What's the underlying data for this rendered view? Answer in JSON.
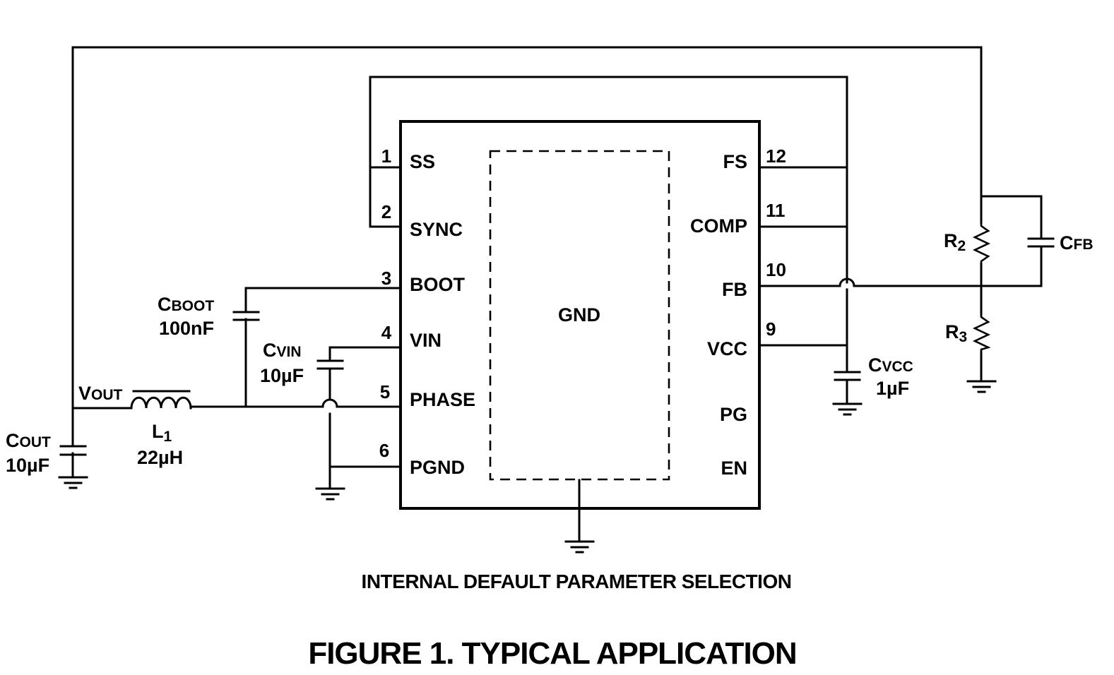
{
  "figure": {
    "title": "FIGURE 1.  TYPICAL APPLICATION",
    "caption": "INTERNAL DEFAULT PARAMETER SELECTION"
  },
  "ic": {
    "center_label": "GND",
    "left_pins": [
      {
        "num": "1",
        "name": "SS"
      },
      {
        "num": "2",
        "name": "SYNC"
      },
      {
        "num": "3",
        "name": "BOOT"
      },
      {
        "num": "4",
        "name": "VIN"
      },
      {
        "num": "5",
        "name": "PHASE"
      },
      {
        "num": "6",
        "name": "PGND"
      }
    ],
    "right_pins": [
      {
        "num": "12",
        "name": "FS"
      },
      {
        "num": "11",
        "name": "COMP"
      },
      {
        "num": "10",
        "name": "FB"
      },
      {
        "num": "9",
        "name": "VCC"
      },
      {
        "num": "",
        "name": "PG"
      },
      {
        "num": "",
        "name": "EN"
      }
    ]
  },
  "components": {
    "cout": {
      "main": "C",
      "sub": "OUT",
      "value": "10µF"
    },
    "cboot": {
      "main": "C",
      "sub": "BOOT",
      "value": "100nF"
    },
    "cvin": {
      "main": "C",
      "sub": "VIN",
      "value": "10µF"
    },
    "l1": {
      "main": "L",
      "sub": "1",
      "value": "22µH"
    },
    "vout": {
      "main": "V",
      "sub": "OUT"
    },
    "cvcc": {
      "main": "C",
      "sub": "VCC",
      "value": "1µF"
    },
    "r2": {
      "main": "R",
      "sub": "2"
    },
    "r3": {
      "main": "R",
      "sub": "3"
    },
    "cfb": {
      "main": "C",
      "sub": "FB"
    }
  }
}
